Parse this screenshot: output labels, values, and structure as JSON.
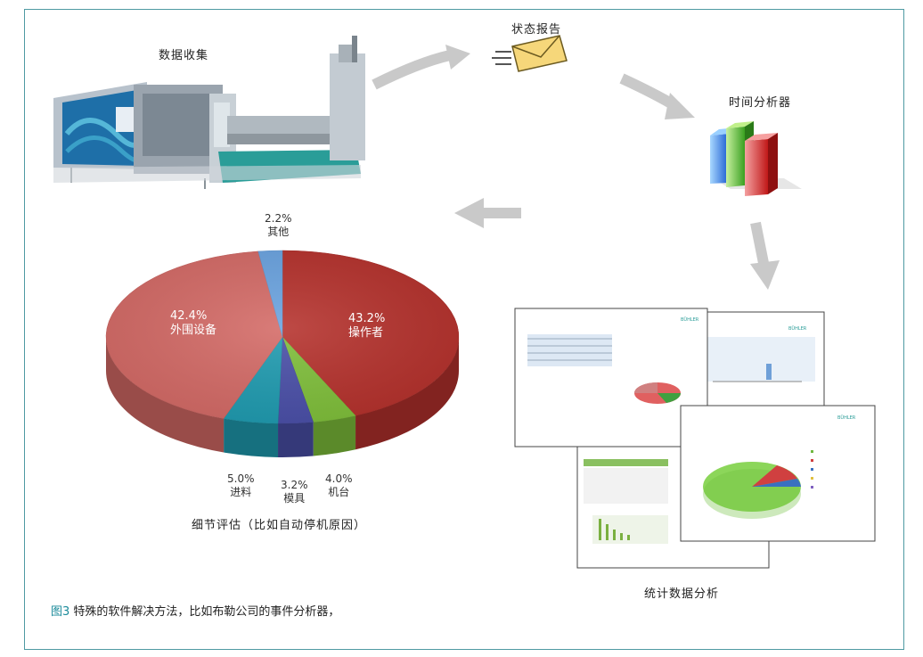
{
  "labels": {
    "data_collection": "数据收集",
    "status_report": "状态报告",
    "time_analyzer": "时间分析器",
    "stats_analysis": "统计数据分析",
    "detail_eval": "细节评估（比如自动停机原因）"
  },
  "caption": {
    "fig": "图3",
    "text": " 特殊的软件解决方法，比如布勒公司的事件分析器，"
  },
  "chart_data": {
    "type": "pie",
    "slices": [
      {
        "label": "操作者",
        "pct": "43.2%",
        "value": 43.2,
        "color": "#b5312c"
      },
      {
        "label": "机台",
        "pct": "4.0%",
        "value": 4.0,
        "color": "#7fbf3a"
      },
      {
        "label": "模具",
        "pct": "3.2%",
        "value": 3.2,
        "color": "#4a4fa8"
      },
      {
        "label": "进料",
        "pct": "5.0%",
        "value": 5.0,
        "color": "#1f9bb0"
      },
      {
        "label": "外围设备",
        "pct": "42.4%",
        "value": 42.4,
        "color": "#d46a66"
      },
      {
        "label": "其他",
        "pct": "2.2%",
        "value": 2.2,
        "color": "#6aa3e0"
      }
    ]
  },
  "colors": {
    "frame": "#4f9aa2",
    "accent": "#1a8a9a",
    "arrow": "#c9c9c9"
  }
}
